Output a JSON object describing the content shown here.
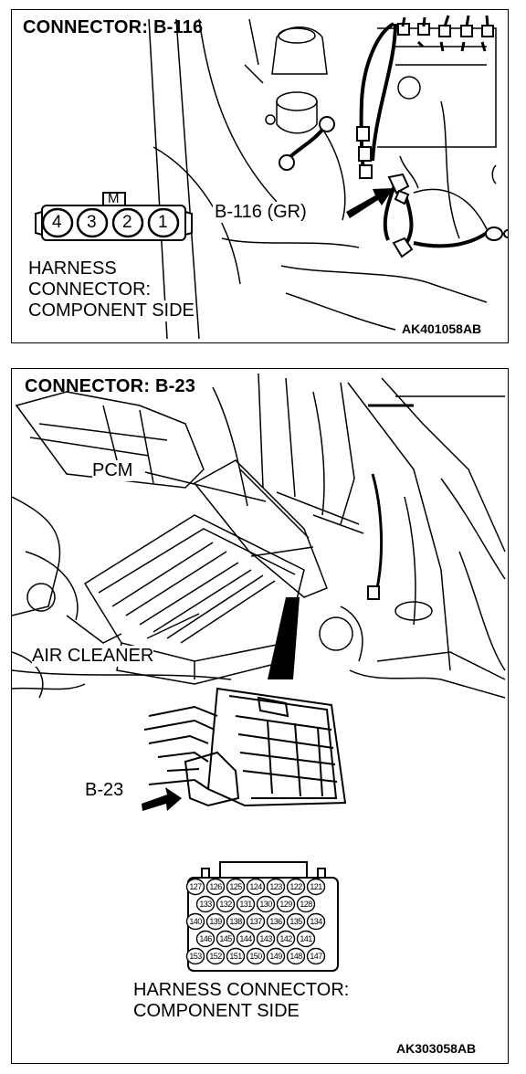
{
  "panel_top": {
    "title": "CONNECTOR: B-116",
    "callout": "B-116 (GR)",
    "connector_key": "M",
    "pins": [
      "4",
      "3",
      "2",
      "1"
    ],
    "caption_lines": [
      "HARNESS",
      "CONNECTOR:",
      "COMPONENT SIDE"
    ],
    "figure_code": "AK401058AB"
  },
  "panel_bottom": {
    "title": "CONNECTOR: B-23",
    "label_pcm": "PCM",
    "label_air_cleaner": "AIR CLEANER",
    "callout": "B-23",
    "pin_rows": [
      [
        "127",
        "126",
        "125",
        "124",
        "123",
        "122",
        "121"
      ],
      [
        "133",
        "132",
        "131",
        "130",
        "129",
        "128"
      ],
      [
        "140",
        "139",
        "138",
        "137",
        "136",
        "135",
        "134"
      ],
      [
        "146",
        "145",
        "144",
        "143",
        "142",
        "141"
      ],
      [
        "153",
        "152",
        "151",
        "150",
        "149",
        "148",
        "147"
      ]
    ],
    "caption_lines": [
      "HARNESS CONNECTOR:",
      "COMPONENT SIDE"
    ],
    "figure_code": "AK303058AB"
  }
}
